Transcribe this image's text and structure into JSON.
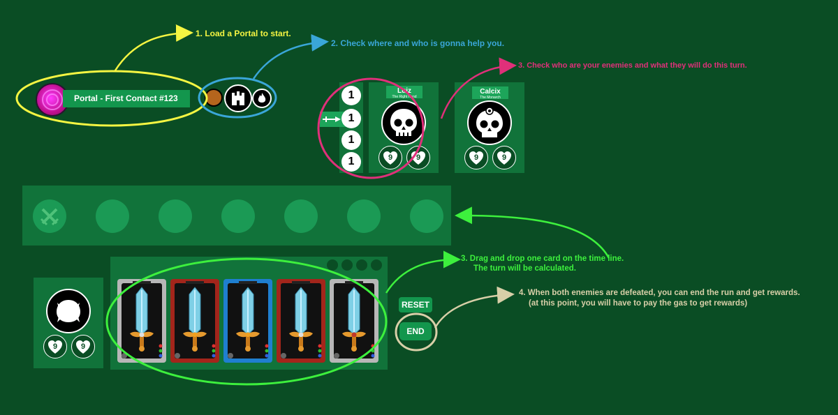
{
  "portal": {
    "name": "Portal - First Contact #123"
  },
  "location": {
    "icons": [
      "planet-icon",
      "castle-icon",
      "fire-icon"
    ]
  },
  "ally": {
    "steps": [
      "1",
      "1",
      "1",
      "1"
    ],
    "name": "Luiz",
    "title": "The Right Hand",
    "hearts": [
      "9",
      "9"
    ]
  },
  "enemy": {
    "name": "Calcix",
    "title": "The Monarch",
    "hearts": [
      "9",
      "9"
    ]
  },
  "player": {
    "hearts": [
      "9",
      "9"
    ]
  },
  "timeline": {
    "slot_count": 7
  },
  "controls": {
    "reset_label": "RESET",
    "end_label": "END"
  },
  "hand": {
    "cards": [
      {
        "frame": "#b7b7b7",
        "gem": "#e0e0e0"
      },
      {
        "frame": "#a3251b",
        "gem": "#f0a020"
      },
      {
        "frame": "#1f7fd0",
        "gem": "#f0a020"
      },
      {
        "frame": "#a3251b",
        "gem": "#e0e0e0"
      },
      {
        "frame": "#b7b7b7",
        "gem": "#c0392b"
      }
    ]
  },
  "notes": {
    "step1": "1. Load a Portal to start.",
    "step2": "2. Check where and who is gonna help you.",
    "step3a": "3. Check who are your enemies and what they will do this turn.",
    "step3b_line1": "3. Drag and drop one card on the time line.",
    "step3b_line2": "The turn will be calculated.",
    "step4_line1": "4. When both enemies are defeated, you can end the run and get rewards.",
    "step4_line2": "(at this point, you will have to pay the gas to get rewards)"
  },
  "colors": {
    "background": "#0a4d24",
    "panel": "#11733a",
    "note_yellow": "#f5f542",
    "note_blue": "#3aa6d8",
    "note_pink": "#e0307a",
    "note_green": "#3df03d",
    "note_tan": "#d8cfa8"
  }
}
